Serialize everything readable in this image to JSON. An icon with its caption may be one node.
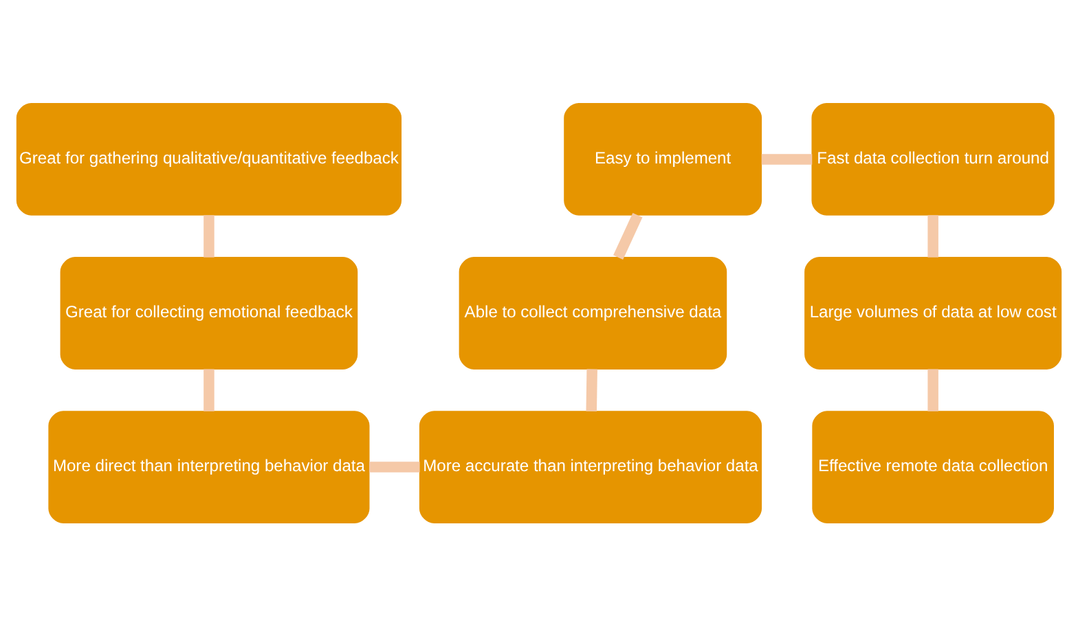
{
  "diagram": {
    "nodes": [
      {
        "text": [
          "Great for gathering qualitative/quantitative feedback"
        ]
      },
      {
        "text": [
          "Great for collecting emotional feedback"
        ]
      },
      {
        "text": [
          "More direct than interpreting behavior data"
        ]
      },
      {
        "text": [
          "More accurate than interpreting behavior data"
        ]
      },
      {
        "text": [
          "Able to collect comprehensive data"
        ]
      },
      {
        "text": [
          "Easy to implement"
        ]
      },
      {
        "text": [
          "Fast data collection turn around"
        ]
      },
      {
        "text": [
          "Large volumes of data at low cost"
        ]
      },
      {
        "text": [
          "Effective remote data collection"
        ]
      }
    ],
    "edges": [
      {
        "from": 0,
        "to": 1,
        "arrow": "none"
      },
      {
        "from": 1,
        "to": 2,
        "arrow": "none"
      },
      {
        "from": 2,
        "to": 3,
        "arrow": "none"
      },
      {
        "from": 3,
        "to": 4,
        "arrow": "none"
      },
      {
        "from": 4,
        "to": 5,
        "arrow": "none"
      },
      {
        "from": 5,
        "to": 6,
        "arrow": "none"
      },
      {
        "from": 6,
        "to": 7,
        "arrow": "none"
      },
      {
        "from": 7,
        "to": 8,
        "arrow": "none"
      }
    ]
  }
}
